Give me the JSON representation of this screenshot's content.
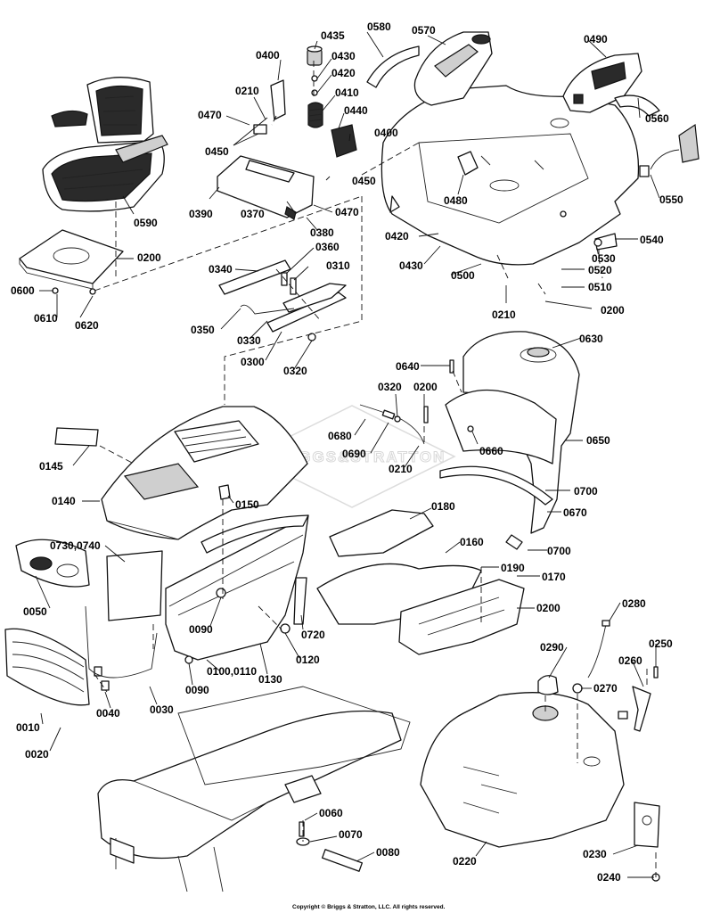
{
  "watermark": "BRIGGS&STRATTON",
  "copyright": "Copyright © Briggs & Stratton, LLC. All rights reserved.",
  "callouts": {
    "c0435": "0435",
    "c0400a": "0400",
    "c0430a": "0430",
    "c0420a": "0420",
    "c0410": "0410",
    "c0440": "0440",
    "c0400b": "0400",
    "c0210a": "0210",
    "c0470a": "0470",
    "c0450a": "0450",
    "c0450b": "0450",
    "c0390": "0390",
    "c0370": "0370",
    "c0380": "0380",
    "c0470b": "0470",
    "c0580": "0580",
    "c0570": "0570",
    "c0490": "0490",
    "c0560": "0560",
    "c0550": "0550",
    "c0480": "0480",
    "c0420b": "0420",
    "c0430b": "0430",
    "c0500": "0500",
    "c0540": "0540",
    "c0530": "0530",
    "c0520": "0520",
    "c0510": "0510",
    "c0210b": "0210",
    "c0200a": "0200",
    "c0590": "0590",
    "c0200b": "0200",
    "c0600": "0600",
    "c0610": "0610",
    "c0620": "0620",
    "c0340": "0340",
    "c0360": "0360",
    "c0310": "0310",
    "c0350": "0350",
    "c0330": "0330",
    "c0300": "0300",
    "c0320a": "0320",
    "c0630": "0630",
    "c0640": "0640",
    "c0320b": "0320",
    "c0200c": "0200",
    "c0680": "0680",
    "c0690": "0690",
    "c0210c": "0210",
    "c0660": "0660",
    "c0650": "0650",
    "c0700a": "0700",
    "c0670": "0670",
    "c0700b": "0700",
    "c0145": "0145",
    "c0140": "0140",
    "c0150": "0150",
    "c0180": "0180",
    "c0160": "0160",
    "c0190": "0190",
    "c0170": "0170",
    "c0200d": "0200",
    "c0730": "0730,0740",
    "c0050": "0050",
    "c0090a": "0090",
    "c0720": "0720",
    "c0120": "0120",
    "c0100": "0100,0110",
    "c0090b": "0090",
    "c0130": "0130",
    "c0010": "0010",
    "c0040": "0040",
    "c0030": "0030",
    "c0020": "0020",
    "c0280": "0280",
    "c0290": "0290",
    "c0250": "0250",
    "c0260": "0260",
    "c0270": "0270",
    "c0060": "0060",
    "c0070": "0070",
    "c0080": "0080",
    "c0220": "0220",
    "c0230": "0230",
    "c0240": "0240"
  }
}
